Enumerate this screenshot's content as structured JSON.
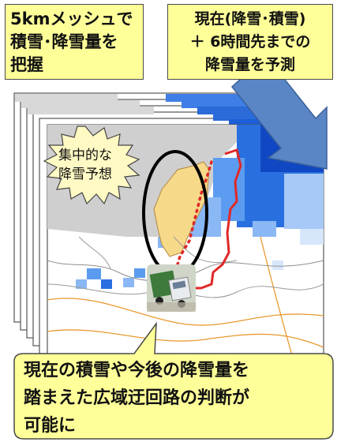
{
  "left_box": {
    "line1": "5kmメッシュで",
    "line2": "積雪･降雪量を",
    "line3": "把握"
  },
  "right_box": {
    "line1": "現在(降雪･積雪)",
    "line2": "＋ 6時間先までの",
    "line3": "降雪量を予測"
  },
  "burst": {
    "line1": "集中的な",
    "line2": "降雪予想"
  },
  "callout": {
    "line1": "現在の積雪や今後の降雪量を",
    "line2": "踏まえた広域迂回路の判断が",
    "line3": "可能に"
  },
  "colors": {
    "box_fill": "#ffff99",
    "arrow": "#4f7fbf",
    "snow_area": "#f7d98a",
    "route": "#e03030",
    "mesh_blue": "#1a5fd6"
  }
}
